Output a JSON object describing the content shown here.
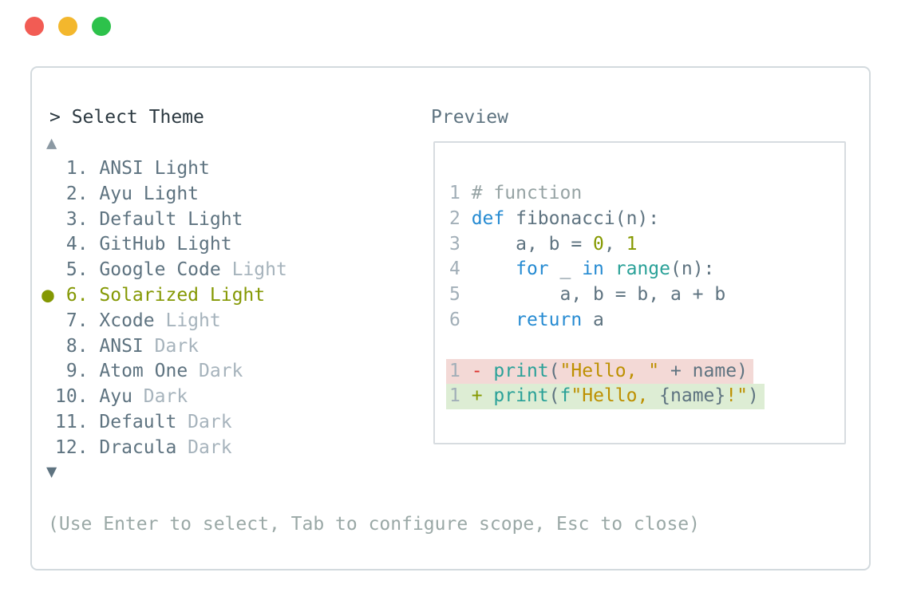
{
  "window": {
    "buttons": [
      "close",
      "minimize",
      "zoom"
    ]
  },
  "icons": {
    "scroll_up": "▲",
    "scroll_down": "▼",
    "selected_bullet": "●"
  },
  "palette": {
    "traffic_red": "#F25C54",
    "traffic_yellow": "#F3B72D",
    "traffic_green": "#2DC24B",
    "panel_border": "#D3DADE",
    "text_dark": "#2B3840",
    "text_slate": "#5E7380",
    "text_muted": "#A6B3BC",
    "selected_olive": "#849803",
    "help_sage": "#9AA8A6",
    "syntax_keyword_blue": "#268BD2",
    "syntax_function_teal": "#2AA198",
    "syntax_number_olive": "#859900",
    "syntax_string_gold": "#BD9000",
    "diff_minus_red": "#DC322F",
    "diff_plus_olive": "#859900",
    "diff_removed_bg": "#F3D9D6",
    "diff_added_bg": "#DDEDD4"
  },
  "left": {
    "header": "> Select Theme",
    "items": [
      {
        "num": "1",
        "name": "ANSI",
        "variant": "Light",
        "muted": false,
        "selected": false
      },
      {
        "num": "2",
        "name": "Ayu",
        "variant": "Light",
        "muted": false,
        "selected": false
      },
      {
        "num": "3",
        "name": "Default",
        "variant": "Light",
        "muted": false,
        "selected": false
      },
      {
        "num": "4",
        "name": "GitHub",
        "variant": "Light",
        "muted": false,
        "selected": false
      },
      {
        "num": "5",
        "name": "Google Code",
        "variant": "Light",
        "muted": true,
        "selected": false
      },
      {
        "num": "6",
        "name": "Solarized",
        "variant": "Light",
        "muted": false,
        "selected": true
      },
      {
        "num": "7",
        "name": "Xcode",
        "variant": "Light",
        "muted": true,
        "selected": false
      },
      {
        "num": "8",
        "name": "ANSI",
        "variant": "Dark",
        "muted": true,
        "selected": false
      },
      {
        "num": "9",
        "name": "Atom One",
        "variant": "Dark",
        "muted": true,
        "selected": false
      },
      {
        "num": "10",
        "name": "Ayu",
        "variant": "Dark",
        "muted": true,
        "selected": false
      },
      {
        "num": "11",
        "name": "Default",
        "variant": "Dark",
        "muted": true,
        "selected": false
      },
      {
        "num": "12",
        "name": "Dracula",
        "variant": "Dark",
        "muted": true,
        "selected": false
      }
    ],
    "help": "(Use Enter to select, Tab to configure scope, Esc to close)"
  },
  "preview": {
    "label": "Preview",
    "code_lines": [
      {
        "num": "1",
        "segs": [
          {
            "t": "# function",
            "c": "com"
          }
        ]
      },
      {
        "num": "2",
        "segs": [
          {
            "t": "def",
            "c": "kw"
          },
          {
            "t": " fibonacci(n):",
            "c": "def"
          }
        ]
      },
      {
        "num": "3",
        "segs": [
          {
            "t": "    a, b = ",
            "c": "def"
          },
          {
            "t": "0",
            "c": "num"
          },
          {
            "t": ", ",
            "c": "def"
          },
          {
            "t": "1",
            "c": "num"
          }
        ]
      },
      {
        "num": "4",
        "segs": [
          {
            "t": "    ",
            "c": "def"
          },
          {
            "t": "for",
            "c": "kw"
          },
          {
            "t": " _ ",
            "c": "def"
          },
          {
            "t": "in",
            "c": "kw"
          },
          {
            "t": " ",
            "c": "def"
          },
          {
            "t": "range",
            "c": "fn"
          },
          {
            "t": "(n):",
            "c": "def"
          }
        ]
      },
      {
        "num": "5",
        "segs": [
          {
            "t": "        a, b = b, a + b",
            "c": "def"
          }
        ]
      },
      {
        "num": "6",
        "segs": [
          {
            "t": "    ",
            "c": "def"
          },
          {
            "t": "return",
            "c": "kw"
          },
          {
            "t": " a",
            "c": "def"
          }
        ]
      },
      {
        "blank": true
      },
      {
        "num": "1",
        "diff": "removed",
        "segs": [
          {
            "t": "- ",
            "c": "red"
          },
          {
            "t": "print",
            "c": "fn"
          },
          {
            "t": "(",
            "c": "def"
          },
          {
            "t": "\"Hello, \"",
            "c": "str"
          },
          {
            "t": " + name)",
            "c": "def"
          }
        ]
      },
      {
        "num": "1",
        "diff": "added",
        "segs": [
          {
            "t": "+ ",
            "c": "grn"
          },
          {
            "t": "print",
            "c": "fn"
          },
          {
            "t": "(",
            "c": "def"
          },
          {
            "t": "f",
            "c": "fn"
          },
          {
            "t": "\"Hello, ",
            "c": "str"
          },
          {
            "t": "{name}",
            "c": "def"
          },
          {
            "t": "!\"",
            "c": "str"
          },
          {
            "t": ")",
            "c": "def"
          }
        ]
      }
    ]
  }
}
